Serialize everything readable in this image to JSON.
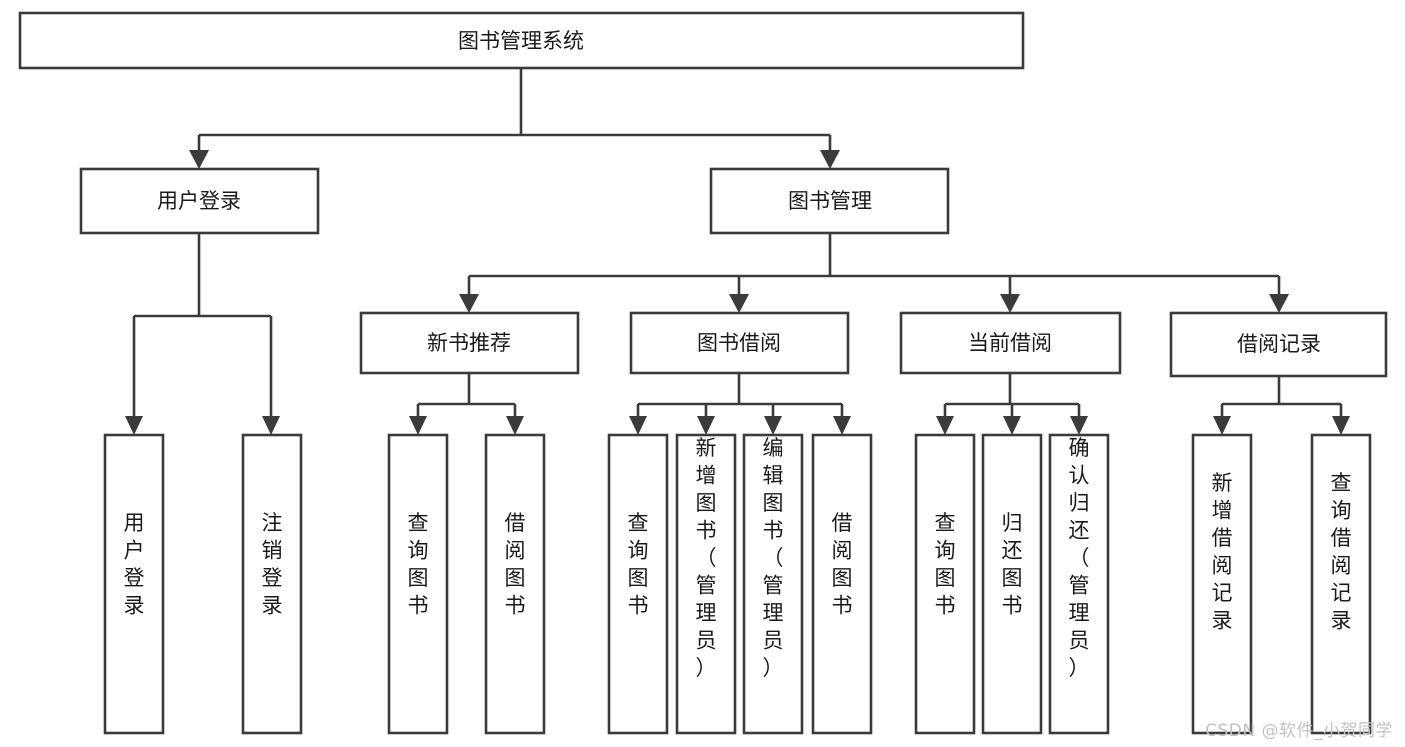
{
  "diagram": {
    "title": "图书管理系统",
    "watermark": "CSDN @软件_小贺同学",
    "colors": {
      "stroke": "#3b3b3b",
      "fill": "#ffffff",
      "text": "#1a1a1a",
      "watermark": "#c2c2c2",
      "background": "#ffffff"
    },
    "type": "tree",
    "root": {
      "label": "图书管理系统",
      "children": [
        {
          "label": "用户登录",
          "children": [
            {
              "label": "用户登录",
              "orientation": "vertical"
            },
            {
              "label": "注销登录",
              "orientation": "vertical"
            }
          ]
        },
        {
          "label": "图书管理",
          "children": [
            {
              "label": "新书推荐",
              "children": [
                {
                  "label": "查询图书",
                  "orientation": "vertical"
                },
                {
                  "label": "借阅图书",
                  "orientation": "vertical"
                }
              ]
            },
            {
              "label": "图书借阅",
              "children": [
                {
                  "label": "查询图书",
                  "orientation": "vertical"
                },
                {
                  "label": "新增图书（管理员）",
                  "orientation": "vertical"
                },
                {
                  "label": "编辑图书（管理员）",
                  "orientation": "vertical"
                },
                {
                  "label": "借阅图书",
                  "orientation": "vertical"
                }
              ]
            },
            {
              "label": "当前借阅",
              "children": [
                {
                  "label": "查询图书",
                  "orientation": "vertical"
                },
                {
                  "label": "归还图书",
                  "orientation": "vertical"
                },
                {
                  "label": "确认归还（管理员）",
                  "orientation": "vertical"
                }
              ]
            },
            {
              "label": "借阅记录",
              "children": [
                {
                  "label": "新增借阅记录",
                  "orientation": "vertical"
                },
                {
                  "label": "查询借阅记录",
                  "orientation": "vertical"
                }
              ]
            }
          ]
        }
      ]
    },
    "nodes": {
      "root": "图书管理系统",
      "l2_user_login": "用户登录",
      "l2_book_manage": "图书管理",
      "l3_new_book": "新书推荐",
      "l3_borrow": "图书借阅",
      "l3_current": "当前借阅",
      "l3_record": "借阅记录",
      "leaf_user_login": "用户登录",
      "leaf_logout": "注销登录",
      "leaf_nb_query": "查询图书",
      "leaf_nb_borrow": "借阅图书",
      "leaf_br_query": "查询图书",
      "leaf_br_add": "新增图书（管理员）",
      "leaf_br_edit": "编辑图书（管理员）",
      "leaf_br_borrow": "借阅图书",
      "leaf_cur_query": "查询图书",
      "leaf_cur_return": "归还图书",
      "leaf_cur_confirm": "确认归还（管理员）",
      "leaf_rec_add": "新增借阅记录",
      "leaf_rec_query": "查询借阅记录"
    }
  }
}
